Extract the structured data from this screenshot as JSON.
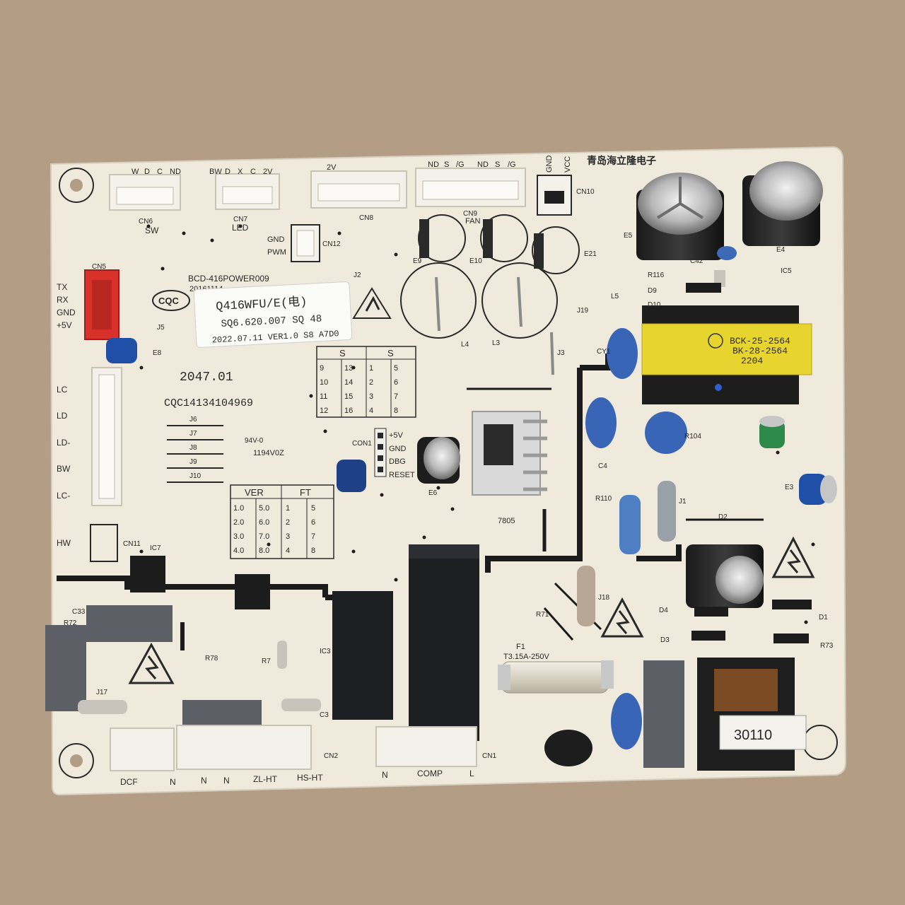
{
  "board": {
    "maker": "青岛海立隆电子",
    "model_silk": "BCD-416POWER009",
    "model_date": "20161114",
    "cert_silk": "CQC14134104969",
    "batch_silk": "2047.01",
    "ul_silk": "94V-0",
    "ul_code": "1194V0Z",
    "cqc_logo": "CQC"
  },
  "label": {
    "line1": "Q416WFU/E(电)",
    "line2": "SQ6.620.007 SQ 48",
    "line3": "2022.07.11 VER1.0 S8 A7D0"
  },
  "transformer": {
    "line1": "BCK-25-2564",
    "line2": "BK-28-2564",
    "line3": "2204"
  },
  "choke_label": "30110",
  "fuse": {
    "ref": "F1",
    "rating": "T3.15A-250V"
  },
  "connectors": {
    "cn6": "CN6",
    "cn6_sub": "SW",
    "cn6_pins": [
      "W",
      "D",
      "C",
      "ND"
    ],
    "cn7": "CN7",
    "cn7_sub": "LED",
    "cn7_pins": [
      "BW",
      "D",
      "X",
      "C",
      "2V"
    ],
    "cn8": "CN8",
    "cn8_pins": [
      "2V"
    ],
    "cn9": "CN9",
    "cn9_sub": "FAN",
    "cn9_pins": [
      "ND",
      "S",
      "/G",
      "ND",
      "S",
      "/G"
    ],
    "cn10": "CN10",
    "cn10_pins": [
      "GND",
      "VCC"
    ],
    "cn12": "CN12",
    "cn12_pins": [
      "GND",
      "PWM"
    ],
    "cn5": "CN5",
    "cn5_pins": [
      "TX",
      "RX",
      "GND",
      "+5V"
    ],
    "cn4_pins": [
      "LC",
      "LD",
      "LD-",
      "BW",
      "LC-",
      "HW"
    ],
    "con1": "CON1",
    "con1_pins": [
      "+5V",
      "GND",
      "DBG",
      "RESET"
    ],
    "cn11": "CN11",
    "cn2": "CN2",
    "cn1": "CN1",
    "bottom_labels": [
      "DCF",
      "N",
      "N",
      "N",
      "ZL-HT",
      "HS-HT",
      "N",
      "COMP",
      "L"
    ]
  },
  "refs": [
    "E5",
    "E4",
    "E9",
    "E10",
    "E21",
    "E3",
    "E6",
    "E8",
    "R116",
    "C42",
    "IC5",
    "D9",
    "D10",
    "L5",
    "J19",
    "L4",
    "L3",
    "J2",
    "J3",
    "J5",
    "CY1",
    "C4",
    "R104",
    "R110",
    "J1",
    "D2",
    "D4",
    "D1",
    "D3",
    "R73",
    "J18",
    "R71",
    "C33",
    "R72",
    "J17",
    "R78",
    "R7",
    "C3",
    "IC3",
    "IC7",
    "7805"
  ],
  "jumpers": [
    "J6",
    "J7",
    "J8",
    "J9",
    "J10"
  ],
  "s_table": {
    "headers": [
      "S",
      "S"
    ],
    "rows": [
      [
        "9",
        "13",
        "1",
        "5"
      ],
      [
        "10",
        "14",
        "2",
        "6"
      ],
      [
        "11",
        "15",
        "3",
        "7"
      ],
      [
        "12",
        "16",
        "4",
        "8"
      ]
    ]
  },
  "ver_table": {
    "headers": [
      "VER",
      "FT"
    ],
    "rows": [
      [
        "1.0",
        "5.0",
        "1",
        "5"
      ],
      [
        "2.0",
        "6.0",
        "2",
        "6"
      ],
      [
        "3.0",
        "7.0",
        "3",
        "7"
      ],
      [
        "4.0",
        "8.0",
        "4",
        "8"
      ]
    ]
  }
}
